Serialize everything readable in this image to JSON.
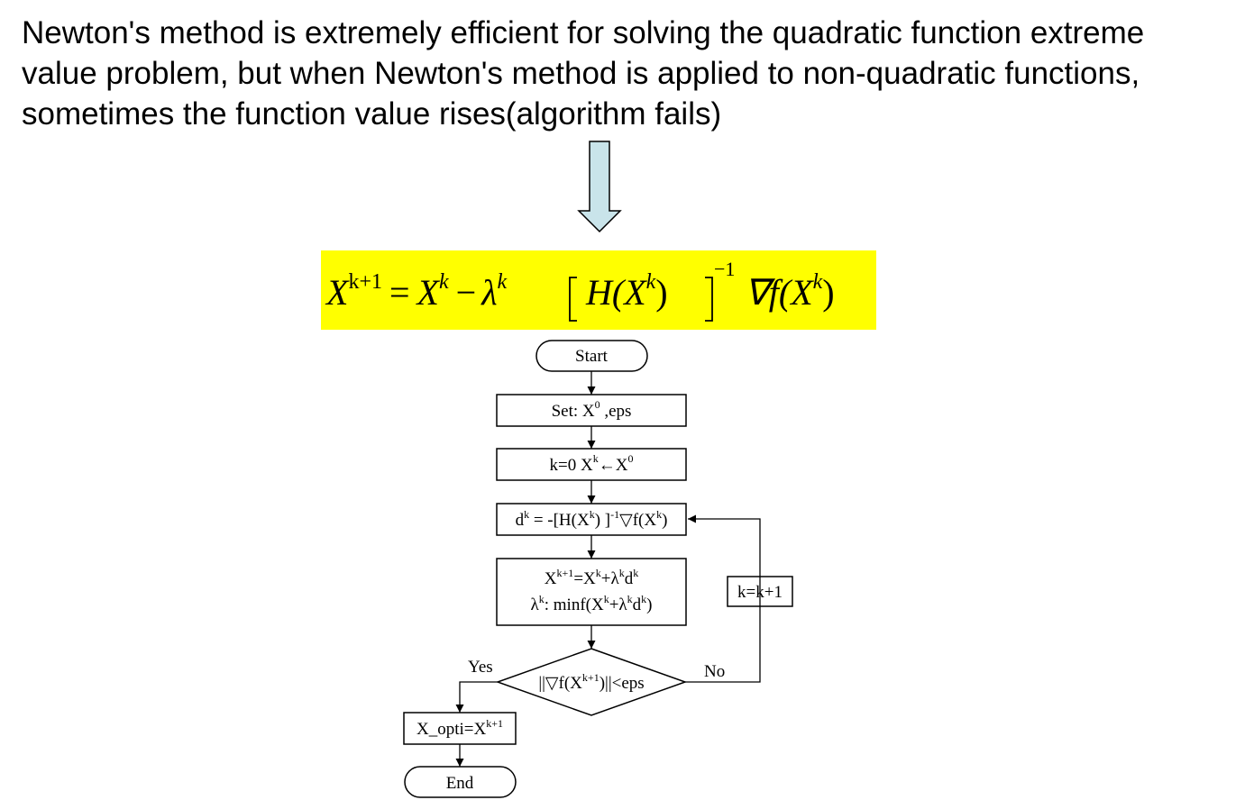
{
  "intro": {
    "line1": "Newton's method is extremely efficient for solving the quadratic function extreme",
    "line2": "value problem, but when Newton's method is applied to non-quadratic functions,",
    "line3": "sometimes the function value rises(algorithm fails)"
  },
  "colors": {
    "arrow_fill": "#c9e4ea",
    "formula_bg": "#ffff00",
    "stroke": "#000000"
  },
  "formula": {
    "lhs": "X",
    "lhs_sup": "k+1",
    "eq": "=",
    "x": "X",
    "x_sup": "k",
    "minus": "−",
    "lambda": "λ",
    "lambda_sup": "k",
    "h": "H(X",
    "h_sup": "k",
    "h_close": ")",
    "inv": "−1",
    "grad": "∇f(X",
    "grad_sup": "k",
    "grad_close": ")"
  },
  "flowchart": {
    "start": "Start",
    "set": {
      "label": "Set: X",
      "sup": "0",
      "rest": " ,eps"
    },
    "init": {
      "a": "k=0  X",
      "a_sup": "k",
      "arrow": "←",
      "b": "X",
      "b_sup": "0"
    },
    "direction": {
      "d": "d",
      "d_sup": "k",
      "mid": " = -[H(X",
      "x_sup": "k",
      "close": ") ]",
      "inv": "-1",
      "grad": "▽f(X",
      "g_sup": "k",
      "end": ")"
    },
    "update": {
      "l1_a": "X",
      "l1_a_sup": "k+1",
      "l1_b": "=X",
      "l1_b_sup": "k",
      "l1_c": "+λ",
      "l1_c_sup": "k",
      "l1_d": "d",
      "l1_d_sup": "k",
      "l2_a": "λ",
      "l2_a_sup": "k",
      "l2_b": ":  minf(X",
      "l2_b_sup": "k",
      "l2_c": "+λ",
      "l2_c_sup": "k",
      "l2_d": "d",
      "l2_d_sup": "k",
      "l2_e": ")"
    },
    "check": {
      "a": "||▽f(X",
      "sup": "k+1",
      "b": ")||<eps"
    },
    "increment": "k=k+1",
    "yes": "Yes",
    "no": "No",
    "result": {
      "a": "X_opti=X",
      "sup": "k+1"
    },
    "end": "End"
  }
}
